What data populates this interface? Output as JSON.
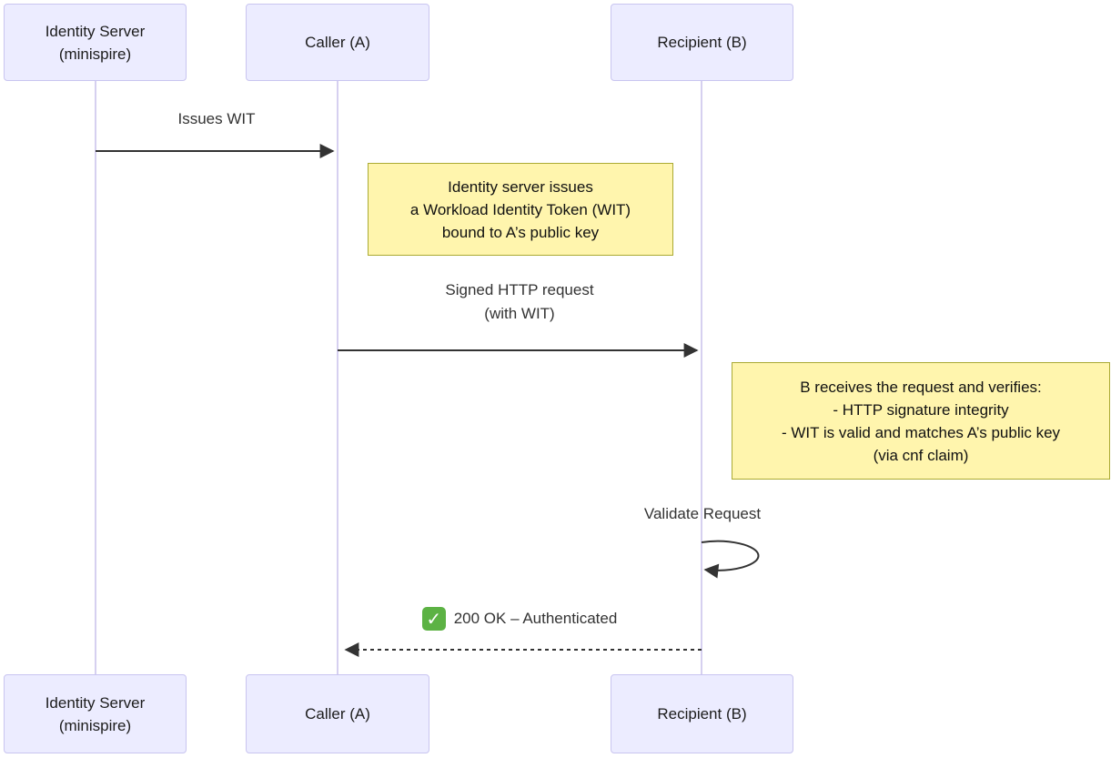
{
  "diagram": {
    "kind": "sequence-diagram",
    "actors": [
      {
        "id": "identity-server",
        "label": "Identity Server\n(minispire)"
      },
      {
        "id": "caller-a",
        "label": "Caller (A)"
      },
      {
        "id": "recipient-b",
        "label": "Recipient (B)"
      }
    ],
    "messages": [
      {
        "from": "identity-server",
        "to": "caller-a",
        "style": "solid",
        "label": "Issues WIT"
      },
      {
        "from": "caller-a",
        "to": "recipient-b",
        "style": "solid",
        "label": "Signed HTTP request\n(with WIT)"
      },
      {
        "from": "recipient-b",
        "to": "recipient-b",
        "style": "self-loop",
        "label": "Validate Request"
      },
      {
        "from": "recipient-b",
        "to": "caller-a",
        "style": "dashed",
        "label": "200 OK – Authenticated",
        "icon": "check-mark-button",
        "icon_glyph": "✓"
      }
    ],
    "notes": [
      {
        "over": "caller-a",
        "text": "Identity server issues\na Workload Identity Token (WIT)\nbound to A’s public key"
      },
      {
        "over": "recipient-b",
        "text": "B receives the request and verifies:\n- HTTP signature integrity\n- WIT is valid and matches A’s public key\n(via cnf claim)"
      }
    ],
    "colors": {
      "actor_fill": "#ececff",
      "actor_border": "#c9c5f0",
      "note_fill": "#fff5ad",
      "note_border": "#aaaa33",
      "lifeline": "#d6d0f0",
      "arrow": "#333333",
      "check_green": "#5cb244"
    }
  }
}
